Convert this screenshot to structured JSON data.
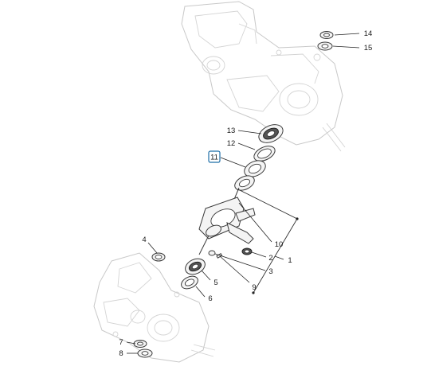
{
  "diagram": {
    "callouts": [
      {
        "id": "1",
        "label": "1"
      },
      {
        "id": "2",
        "label": "2"
      },
      {
        "id": "3",
        "label": "3"
      },
      {
        "id": "4",
        "label": "4"
      },
      {
        "id": "5",
        "label": "5"
      },
      {
        "id": "6",
        "label": "6"
      },
      {
        "id": "7",
        "label": "7"
      },
      {
        "id": "8",
        "label": "8"
      },
      {
        "id": "9",
        "label": "9"
      },
      {
        "id": "10",
        "label": "10"
      },
      {
        "id": "11",
        "label": "11",
        "highlighted": true
      },
      {
        "id": "12",
        "label": "12"
      },
      {
        "id": "13",
        "label": "13"
      },
      {
        "id": "14",
        "label": "14"
      },
      {
        "id": "15",
        "label": "15"
      }
    ],
    "colors": {
      "highlight": "#1f6fa8",
      "crankcase_outline": "#c8c8c8",
      "part_outline": "#3a3a3a"
    }
  }
}
